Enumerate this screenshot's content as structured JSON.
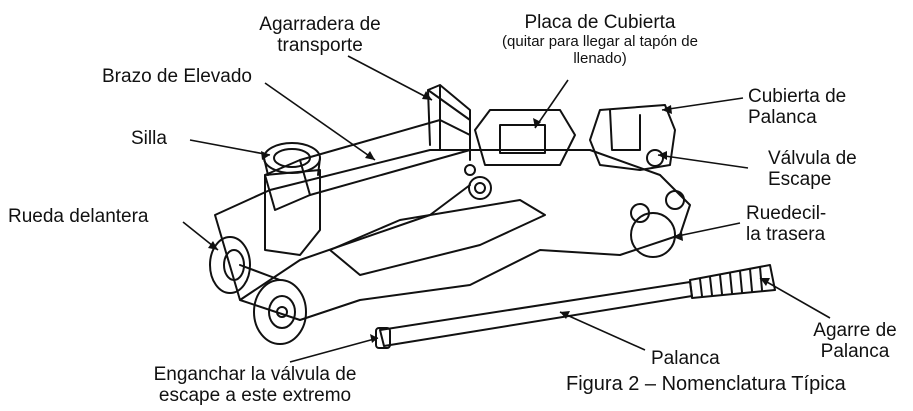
{
  "labels": {
    "handle_carry": "Agarradera de transporte",
    "top_cut": "",
    "placa_title": "Placa de Cubierta",
    "placa_note": "(quitar para llegar al tapón de llenado)",
    "lift_arm": "Brazo de Elevado",
    "saddle": "Silla",
    "front_wheel": "Rueda delantera",
    "handle_cover": "Cubierta de Palanca",
    "release_valve": "Válvula de Escape",
    "rear_caster": "Ruedecil-la trasera",
    "handle_grip": "Agarre de Palanca",
    "handle": "Palanca",
    "engage_valve": "Enganchar la válvula  de escape a este extremo"
  },
  "lines": {
    "handle_carry_a": "Agarradera de",
    "handle_carry_b": "transporte",
    "placa_note_a": "(quitar para llegar al tapón de",
    "placa_note_b": "llenado)",
    "handle_cover_a": "Cubierta de",
    "handle_cover_b": "Palanca",
    "release_valve_a": "Válvula de",
    "release_valve_b": "Escape",
    "rear_caster_a": "Ruedecil-",
    "rear_caster_b": "la trasera",
    "handle_grip_a": "Agarre de",
    "handle_grip_b": "Palanca",
    "engage_a": "Enganchar la válvula  de",
    "engage_b": "escape a este extremo"
  },
  "caption": "Figura 2 – Nomenclatura Típica"
}
